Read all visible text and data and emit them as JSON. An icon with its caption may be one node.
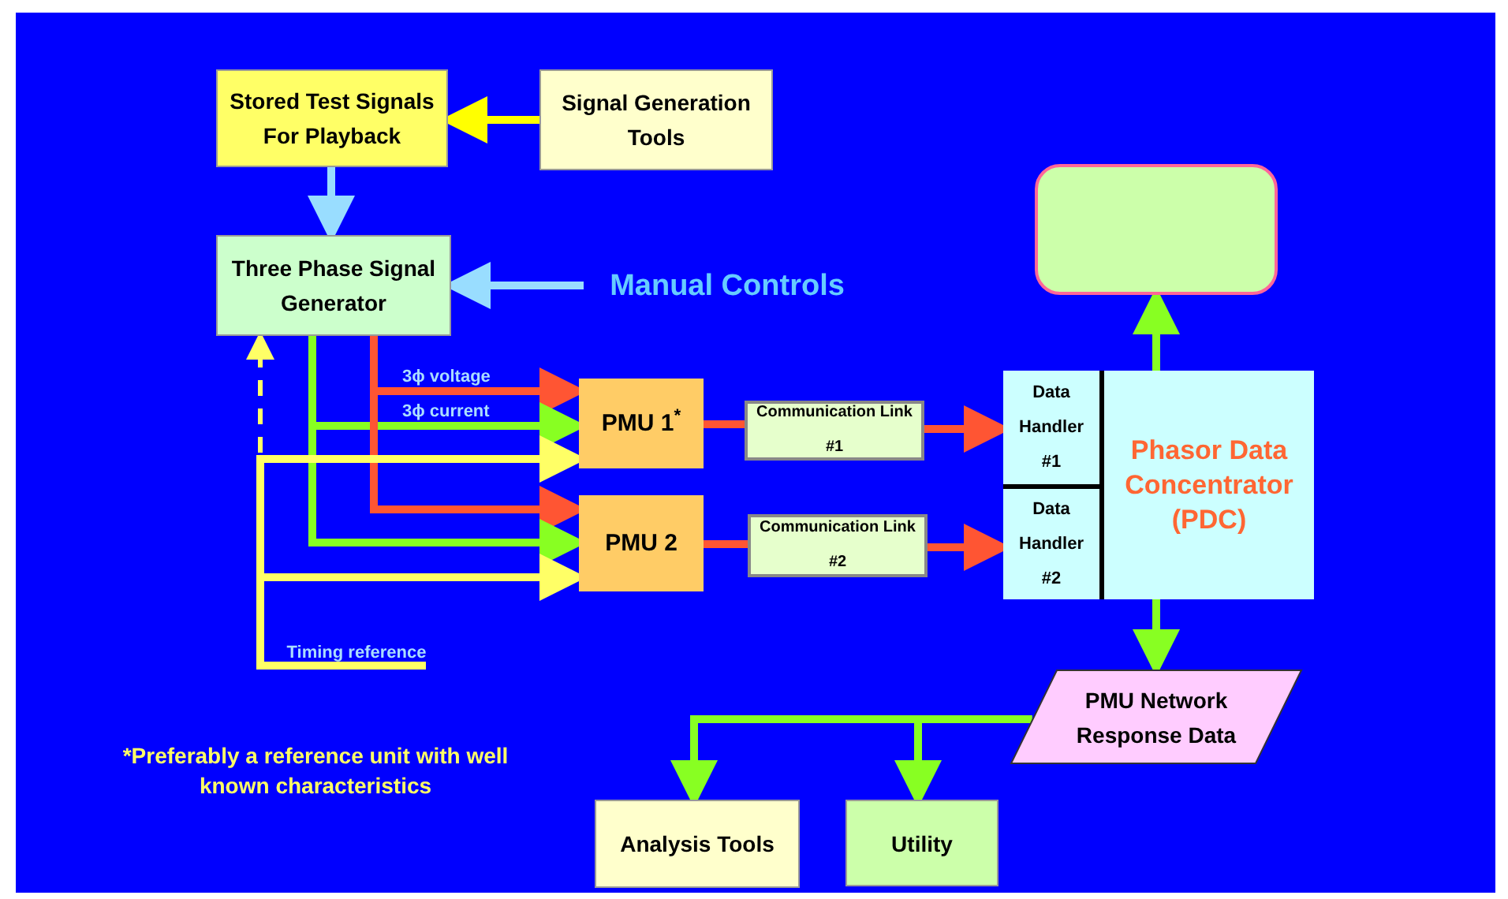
{
  "diagram": {
    "nodes": [
      {
        "text": [
          "Stored Test Signals For Playback"
        ]
      },
      {
        "text": [
          "Signal Generation Tools"
        ]
      },
      {
        "text": [
          "Three Phase Signal Generator"
        ]
      },
      {
        "text": [
          "Manual Controls"
        ]
      },
      {
        "text": [],
        "shape": "box"
      },
      {
        "text": [
          "PMU 1$^{*}$"
        ]
      },
      {
        "text": [
          "PMU 2"
        ]
      },
      {
        "text": [
          "Communication Link #1"
        ]
      },
      {
        "text": [
          "Communication Link #2"
        ]
      },
      {
        "text": [
          "Phasor Data Concentrator (PDC)"
        ]
      },
      {
        "text": [
          "Data Handler #1"
        ],
        "in": 9
      },
      {
        "text": [
          "Data Handler #2"
        ],
        "in": 9
      },
      {
        "text": [
          "PMU Network Response Data"
        ]
      },
      {
        "text": [
          "Analysis Tools"
        ]
      },
      {
        "text": [
          "Utility"
        ]
      },
      {
        "text": [
          "Timing reference"
        ]
      }
    ],
    "edges": [
      {
        "from": 1,
        "to": 0,
        "arrow": "to",
        "color": "#ffff00"
      },
      {
        "from": 0,
        "to": 2,
        "arrow": "to",
        "color": "#99ddff"
      },
      {
        "from": 3,
        "to": 2,
        "arrow": "to",
        "color": "#99ddff"
      },
      {
        "from": 2,
        "to": 5,
        "arrow": "to",
        "color": "#ff5533",
        "label": "3ϕ voltage"
      },
      {
        "from": 2,
        "to": 5,
        "arrow": "to",
        "color": "#88ff22",
        "label": "3ϕ current"
      },
      {
        "from": 2,
        "to": 6,
        "arrow": "to",
        "color": "#ff5533"
      },
      {
        "from": 2,
        "to": 6,
        "arrow": "to",
        "color": "#88ff22"
      },
      {
        "from": 15,
        "to": 5,
        "arrow": "to",
        "color": "#ffff66"
      },
      {
        "from": 15,
        "to": 6,
        "arrow": "to",
        "color": "#ffff66"
      },
      {
        "from": null,
        "to": 2,
        "arrow": "to",
        "color": "#ffff66",
        "style": "dashed"
      },
      {
        "from": 5,
        "to": 7,
        "arrow": "none",
        "color": "#ff5533"
      },
      {
        "from": 7,
        "to": 10,
        "arrow": "to",
        "color": "#ff5533"
      },
      {
        "from": 6,
        "to": 8,
        "arrow": "none",
        "color": "#ff5533"
      },
      {
        "from": 8,
        "to": 11,
        "arrow": "to",
        "color": "#ff5533"
      },
      {
        "from": 9,
        "to": 4,
        "arrow": "to",
        "color": "#88ff22"
      },
      {
        "from": 9,
        "to": 12,
        "arrow": "to",
        "color": "#88ff22"
      },
      {
        "from": 12,
        "to": 13,
        "arrow": "to",
        "color": "#88ff22"
      },
      {
        "from": 12,
        "to": 14,
        "arrow": "to",
        "color": "#88ff22"
      }
    ],
    "labels": [
      "*Preferably a reference unit with well known characteristics"
    ]
  }
}
